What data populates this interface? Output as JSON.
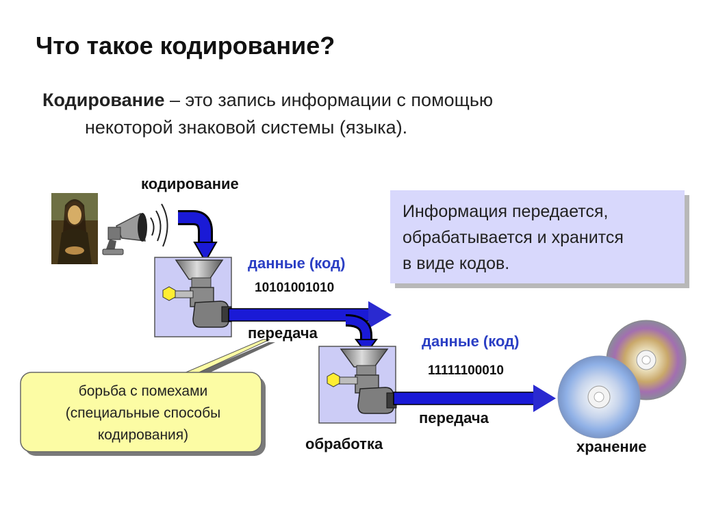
{
  "title": "Что такое кодирование?",
  "definition": {
    "term": "Кодирование",
    "text_line1": " – это запись информации с помощью",
    "text_line2": "некоторой знаковой системы (языка)."
  },
  "diagram": {
    "encoding_label": "кодирование",
    "data_label_1": "данные (код)",
    "code_1": "10101001010",
    "transfer_label_1": "передача",
    "data_label_2": "данные (код)",
    "code_2": "11111100010",
    "transfer_label_2": "передача",
    "processing_label": "обработка",
    "storage_label": "хранение"
  },
  "info_box": {
    "line1": "Информация передается,",
    "line2": "обрабатывается и хранится",
    "line3": "в виде кодов."
  },
  "callout": {
    "line1": "борьба с помехами",
    "line2": "(специальные способы",
    "line3": "кодирования)"
  },
  "colors": {
    "arrow_blue": "#1a1ad6",
    "box_fill": "#ccccf6",
    "callout_fill": "#fcfca4",
    "info_fill": "#d8d8fc",
    "blue_text": "#2b3fc4"
  },
  "icons": [
    "mona-lisa-portrait-icon",
    "megaphone-icon",
    "sound-waves-icon",
    "meat-grinder-icon",
    "optical-disc-icon"
  ]
}
